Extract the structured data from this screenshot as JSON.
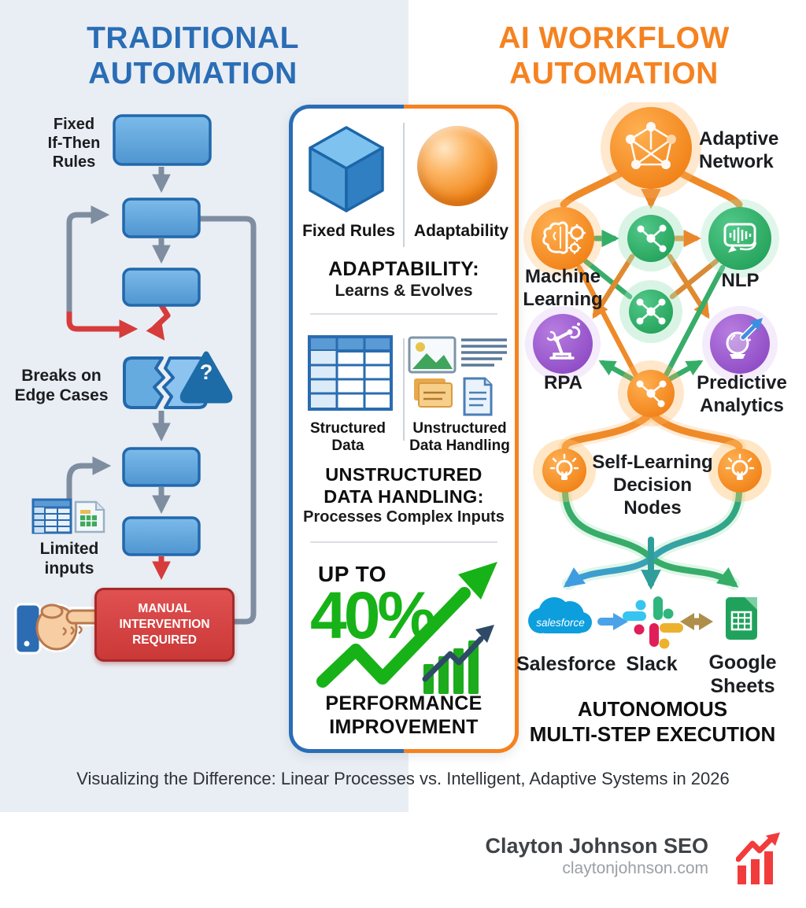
{
  "left_column": {
    "title": "TRADITIONAL\nAUTOMATION",
    "fixed_rules_label": "Fixed\nIf-Then\nRules",
    "breaks_label": "Breaks on\nEdge Cases",
    "warning_mark": "?",
    "limited_inputs_label": "Limited\ninputs",
    "manual_box_label": "MANUAL\nINTERVENTION\nREQUIRED",
    "icons": [
      "flow-box-icon",
      "warning-question-icon",
      "spreadsheet-icon",
      "document-icon",
      "pointing-hand-icon"
    ]
  },
  "center_panel": {
    "compare_adaptability": {
      "left_icon": "cube-icon",
      "left_label": "Fixed Rules",
      "right_icon": "sphere-icon",
      "right_label": "Adaptability",
      "heading": "ADAPTABILITY:",
      "sub": "Learns & Evolves"
    },
    "compare_data": {
      "left_icon": "table-icon",
      "left_label": "Structured\nData",
      "right_icon": "mixed-media-icon",
      "right_label": "Unstructured\nData Handling",
      "heading": "UNSTRUCTURED\nDATA HANDLING:",
      "sub": "Processes Complex Inputs"
    },
    "stat": {
      "kicker": "UP TO",
      "value": "40%",
      "heading": "PERFORMANCE\nIMPROVEMENT",
      "icon": "growth-arrow-icon"
    }
  },
  "right_column": {
    "title": "AI WORKFLOW\nAUTOMATION",
    "node_labels": {
      "adaptive": "Adaptive\nNetwork",
      "ml": "Machine\nLearning",
      "nlp": "NLP",
      "rpa": "RPA",
      "predictive": "Predictive\nAnalytics",
      "decision": "Self-Learning\nDecision Nodes"
    },
    "node_icons": [
      "network-graph-icon",
      "brain-gears-icon",
      "share-node-icon",
      "chat-waveform-icon",
      "robot-arm-icon",
      "crystal-ball-icon",
      "lightbulb-icon"
    ],
    "apps": [
      {
        "name": "Salesforce",
        "icon": "salesforce-cloud-icon",
        "logo_text": "salesforce"
      },
      {
        "name": "Slack",
        "icon": "slack-logo-icon"
      },
      {
        "name": "Google\nSheets",
        "icon": "google-sheets-icon"
      }
    ],
    "footer_heading": "AUTONOMOUS\nMULTI-STEP EXECUTION"
  },
  "caption": "Visualizing the Difference: Linear Processes vs. Intelligent, Adaptive Systems in 2026",
  "branding": {
    "name": "Clayton Johnson SEO",
    "site": "claytonjohnson.com",
    "icon": "growth-chart-icon"
  },
  "colors": {
    "traditional_blue": "#2a6db6",
    "ai_orange": "#f58220",
    "flow_box_blue": "#62a9de",
    "connector_gray": "#7e8da0",
    "alert_red": "#d63c3c",
    "stat_green": "#17b217",
    "node_green": "#2aa866",
    "node_purple": "#9a58cc",
    "salesforce_blue": "#0d9edd",
    "sheets_green": "#21a25c",
    "brand_red": "#f23b3b"
  }
}
